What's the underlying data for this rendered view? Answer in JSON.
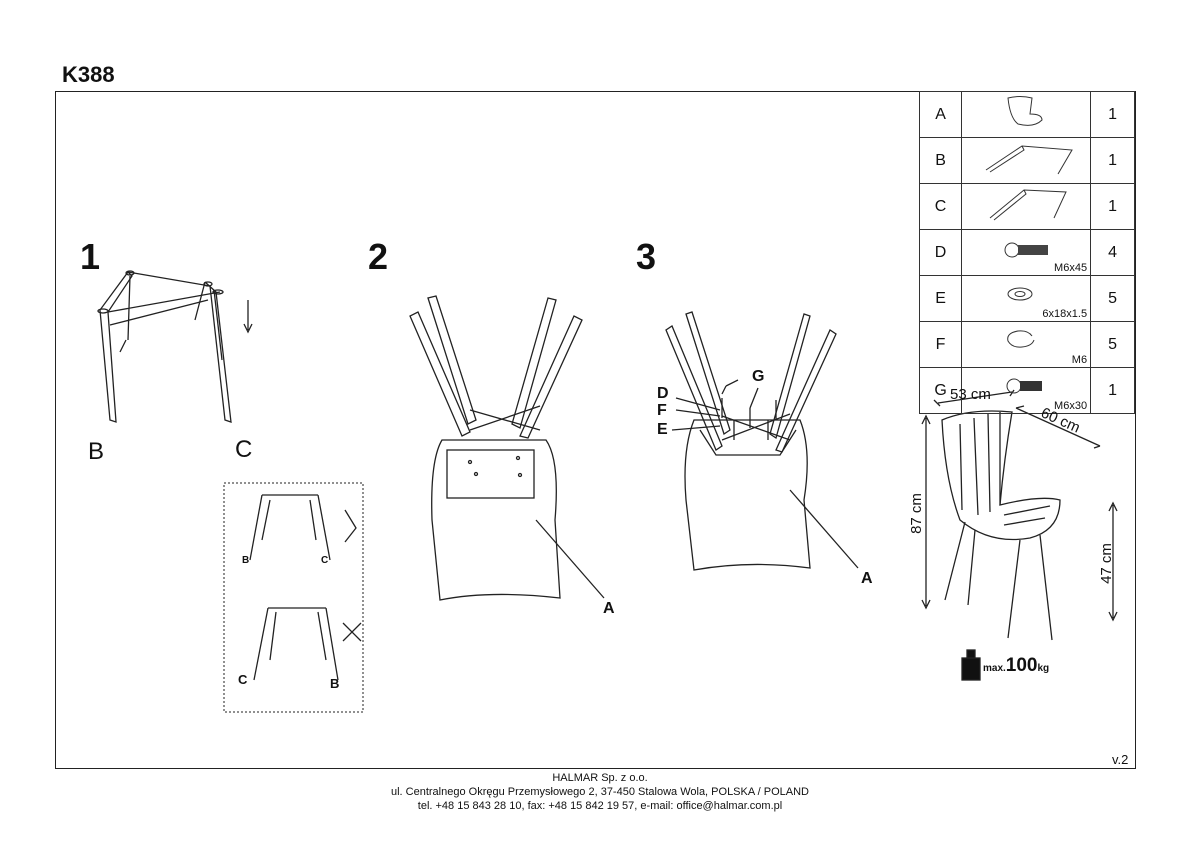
{
  "title": "K388",
  "steps": [
    "1",
    "2",
    "3"
  ],
  "step1": {
    "labels": [
      "B",
      "C"
    ],
    "alt_labels": [
      "B",
      "C",
      "C",
      "B"
    ]
  },
  "step2": {
    "part_label": "A"
  },
  "step3": {
    "part_label": "A",
    "hardware_labels": [
      "D",
      "F",
      "E",
      "G"
    ]
  },
  "parts": [
    {
      "letter": "A",
      "icon": "seat-icon",
      "size": "",
      "qty": "1"
    },
    {
      "letter": "B",
      "icon": "leg-frame-b-icon",
      "size": "",
      "qty": "1"
    },
    {
      "letter": "C",
      "icon": "leg-frame-c-icon",
      "size": "",
      "qty": "1"
    },
    {
      "letter": "D",
      "icon": "bolt-icon",
      "size": "M6x45",
      "qty": "4"
    },
    {
      "letter": "E",
      "icon": "washer-icon",
      "size": "6x18x1.5",
      "qty": "5"
    },
    {
      "letter": "F",
      "icon": "spring-washer-icon",
      "size": "M6",
      "qty": "5"
    },
    {
      "letter": "G",
      "icon": "bolt-icon",
      "size": "M6x30",
      "qty": "1"
    }
  ],
  "dimensions": {
    "width": "53 cm",
    "depth": "60 cm",
    "height": "87 cm",
    "seat_height": "47 cm",
    "max_label": "max.",
    "max_value": "100",
    "max_unit": "kg"
  },
  "version": "v.2",
  "footer": {
    "company": "HALMAR Sp. z o.o.",
    "address": "ul. Centralnego Okręgu Przemysłowego 2, 37-450 Stalowa Wola, POLSKA / POLAND",
    "contact": "tel. +48 15 843 28 10, fax: +48 15 842 19 57, e-mail: office@halmar.com.pl"
  }
}
